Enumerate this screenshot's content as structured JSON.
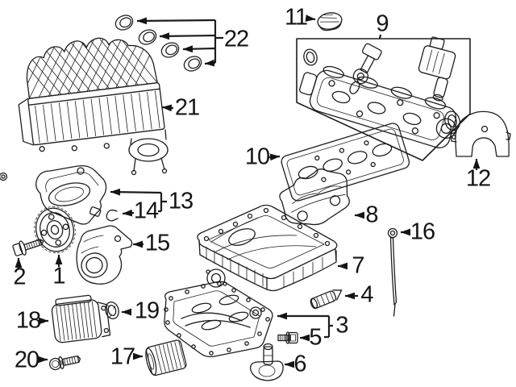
{
  "diagram": {
    "kind": "exploded-parts-line-diagram",
    "background_color": "#ffffff",
    "line_color": "#1d1d1d",
    "callouts": [
      {
        "number": "1"
      },
      {
        "number": "2"
      },
      {
        "number": "3"
      },
      {
        "number": "4"
      },
      {
        "number": "5"
      },
      {
        "number": "6"
      },
      {
        "number": "7"
      },
      {
        "number": "8"
      },
      {
        "number": "9"
      },
      {
        "number": "10"
      },
      {
        "number": "11"
      },
      {
        "number": "12"
      },
      {
        "number": "13"
      },
      {
        "number": "14"
      },
      {
        "number": "15"
      },
      {
        "number": "16"
      },
      {
        "number": "17"
      },
      {
        "number": "18"
      },
      {
        "number": "19"
      },
      {
        "number": "20"
      },
      {
        "number": "21"
      },
      {
        "number": "22"
      }
    ]
  }
}
